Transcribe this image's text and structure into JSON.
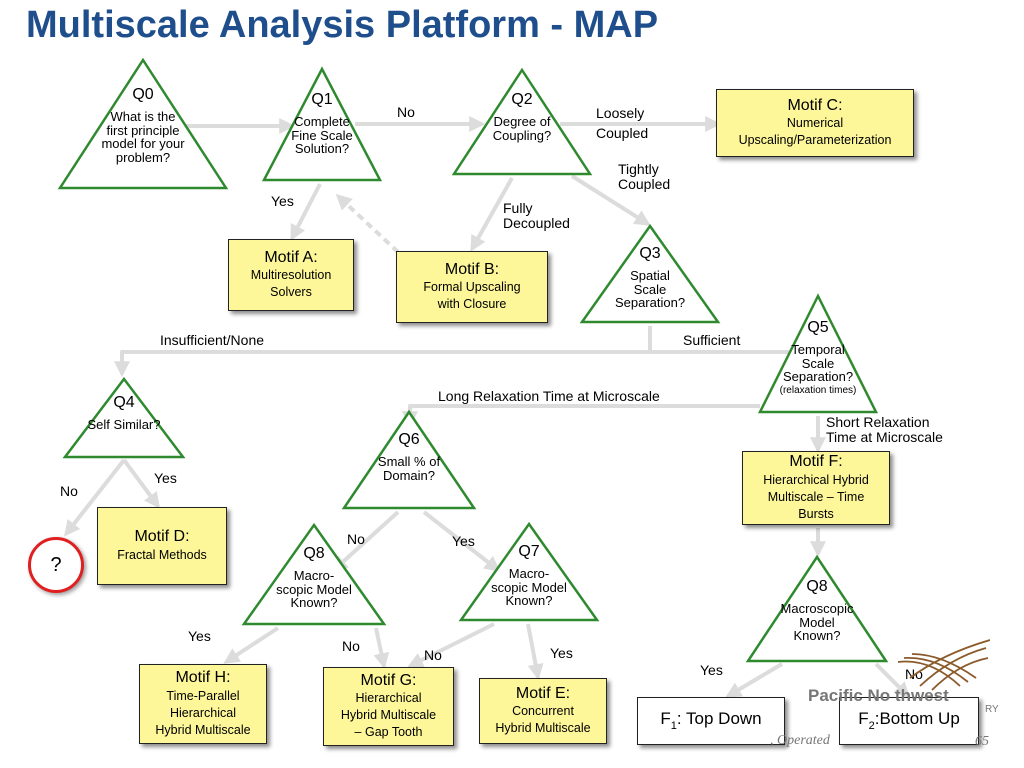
{
  "title": "Multiscale Analysis Platform - MAP",
  "questions": {
    "q0": {
      "id": "Q0",
      "text": [
        "What is the",
        "first principle",
        "model for your",
        "problem?"
      ]
    },
    "q1": {
      "id": "Q1",
      "text": [
        "Complete",
        "Fine Scale",
        "Solution?"
      ]
    },
    "q2": {
      "id": "Q2",
      "text": [
        "Degree of",
        "Coupling?"
      ]
    },
    "q3": {
      "id": "Q3",
      "text": [
        "Spatial",
        "Scale",
        "Separation?"
      ]
    },
    "q4": {
      "id": "Q4",
      "text": [
        "Self Similar?"
      ]
    },
    "q5": {
      "id": "Q5",
      "text": [
        "Temporal",
        "Scale",
        "Separation?"
      ],
      "note": "(relaxation times)"
    },
    "q6": {
      "id": "Q6",
      "text": [
        "Small % of",
        "Domain?"
      ]
    },
    "q7": {
      "id": "Q7",
      "text": [
        "Macro-",
        "scopic Model",
        "Known?"
      ]
    },
    "q8a": {
      "id": "Q8",
      "text": [
        "Macro-",
        "scopic Model",
        "Known?"
      ]
    },
    "q8b": {
      "id": "Q8",
      "text": [
        "Macroscopic",
        "Model",
        "Known?"
      ]
    }
  },
  "motifs": {
    "a": {
      "title": "Motif A:",
      "lines": [
        "Multiresolution",
        "Solvers"
      ]
    },
    "b": {
      "title": "Motif B:",
      "lines": [
        "Formal Upscaling",
        "with Closure"
      ]
    },
    "c": {
      "title": "Motif C:",
      "lines": [
        "Numerical",
        "Upscaling/Parameterization"
      ]
    },
    "d": {
      "title": "Motif D:",
      "lines": [
        "Fractal Methods"
      ]
    },
    "e": {
      "title": "Motif E:",
      "lines": [
        "Concurrent",
        "Hybrid Multiscale"
      ]
    },
    "f": {
      "title": "Motif F:",
      "lines": [
        "Hierarchical Hybrid",
        "Multiscale – Time",
        "Bursts"
      ]
    },
    "g": {
      "title": "Motif G:",
      "lines": [
        "Hierarchical",
        "Hybrid Multiscale",
        "– Gap Tooth"
      ]
    },
    "h": {
      "title": "Motif H:",
      "lines": [
        "Time-Parallel",
        "Hierarchical",
        "Hybrid Multiscale"
      ]
    }
  },
  "outcomes": {
    "f1": {
      "label": "F",
      "sub": "1",
      "text": ": Top Down"
    },
    "f2": {
      "label": "F",
      "sub": "2",
      "text": ":Bottom Up"
    },
    "unknown": "?"
  },
  "edge_labels": {
    "q1_no": "No",
    "q1_yes": "Yes",
    "q2_loose": [
      "Loosely",
      "Coupled"
    ],
    "q2_tight": [
      "Tightly",
      "Coupled"
    ],
    "q2_fully": [
      "Fully",
      "Decoupled"
    ],
    "q3_insufficient": "Insufficient/None",
    "q3_sufficient": "Sufficient",
    "q5_long": "Long Relaxation Time at Microscale",
    "q5_short": [
      "Short Relaxation",
      "Time at Microscale"
    ],
    "q4_no": "No",
    "q4_yes": "Yes",
    "q6_no": "No",
    "q6_yes": "Yes",
    "q8a_yes": "Yes",
    "q8a_no": "No",
    "q7_no": "No",
    "q7_yes": "Yes",
    "q8b_yes": "Yes",
    "q8b_no": "No"
  },
  "branding": {
    "lab_name": "Pacific No thwest",
    "lab_name_tail": "RY",
    "footer": ", Operated",
    "page_number": "65"
  },
  "colors": {
    "title": "#1f4e8c",
    "triangle_stroke": "#2f8a2f",
    "motif_fill": "#fdf79a",
    "arrow": "#dcdcdc",
    "highlight": "#e02020"
  }
}
